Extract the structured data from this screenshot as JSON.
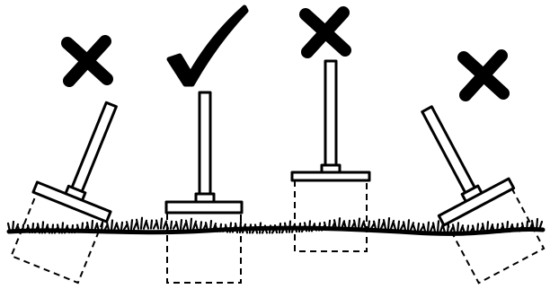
{
  "diagram": {
    "subject": "ground-stake-placement",
    "ink_color": "#000000",
    "background_color": "#ffffff",
    "items": [
      {
        "id": "stake-1",
        "orientation": "tilted-left",
        "verdict": "incorrect",
        "mark_icon": "cross-icon"
      },
      {
        "id": "stake-2",
        "orientation": "vertical-flush",
        "verdict": "correct",
        "mark_icon": "check-icon"
      },
      {
        "id": "stake-3",
        "orientation": "vertical-raised",
        "verdict": "incorrect",
        "mark_icon": "cross-icon"
      },
      {
        "id": "stake-4",
        "orientation": "tilted-right",
        "verdict": "incorrect",
        "mark_icon": "cross-icon"
      }
    ]
  }
}
